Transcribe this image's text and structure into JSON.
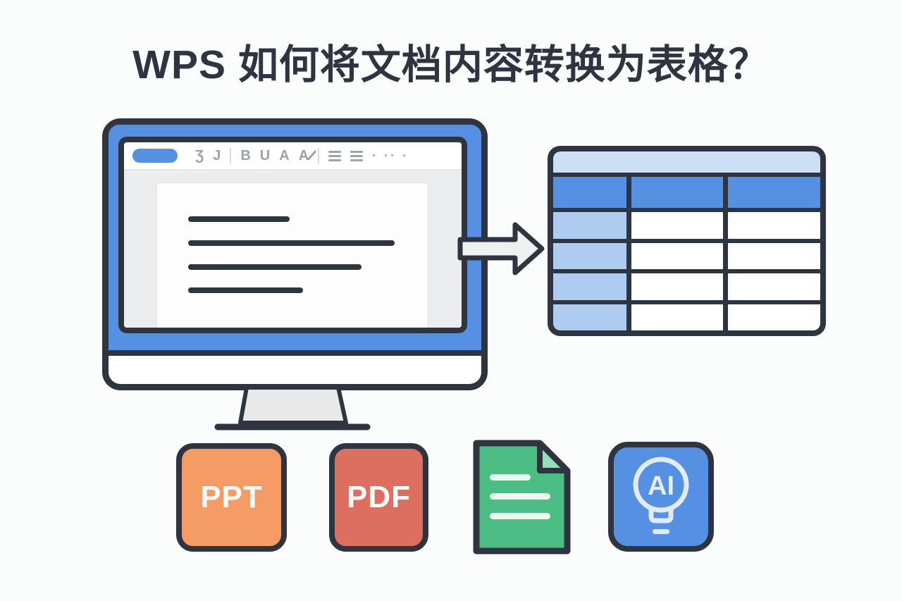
{
  "title": "WPS 如何将文档内容转换为表格？",
  "colors": {
    "background": "#FBFCFC",
    "outline": "#2F3540",
    "accent_blue": "#5590E2",
    "toolbar_glyph_gray": "#9CA3AD",
    "document_area_gray": "#EBECEE",
    "arrow_fill": "#EFF0F0"
  },
  "monitor": {
    "bezel_color": "#5590E2",
    "toolbar": {
      "pill_color": "#5590E2",
      "glyphs": [
        "Ʒ",
        "J",
        "B",
        "U",
        "A",
        "A"
      ],
      "list_icon_count": 2,
      "overflow_dots": "· ·· ·"
    },
    "document": {
      "page_color": "#FDFDFE",
      "line_color": "#2F3540",
      "line_count": 4
    }
  },
  "arrow": {
    "direction": "right",
    "fill": "#EFF0F0"
  },
  "result_table": {
    "title_bar_color": "#CBDFF5",
    "header_color": "#5590E2",
    "header_columns": 3,
    "body_rows": 4,
    "row_label_color": "#AECBF0",
    "cell_color": "#FFFFFF"
  },
  "format_icons": [
    {
      "label": "PPT",
      "color": "#F49B66"
    },
    {
      "label": "PDF",
      "color": "#DD6F60"
    },
    {
      "name": "green-document",
      "color": "#4CBE85",
      "fold_color": "#93DFB7"
    },
    {
      "label": "AI",
      "color": "#5590E2",
      "glyph": "lightbulb"
    }
  ]
}
